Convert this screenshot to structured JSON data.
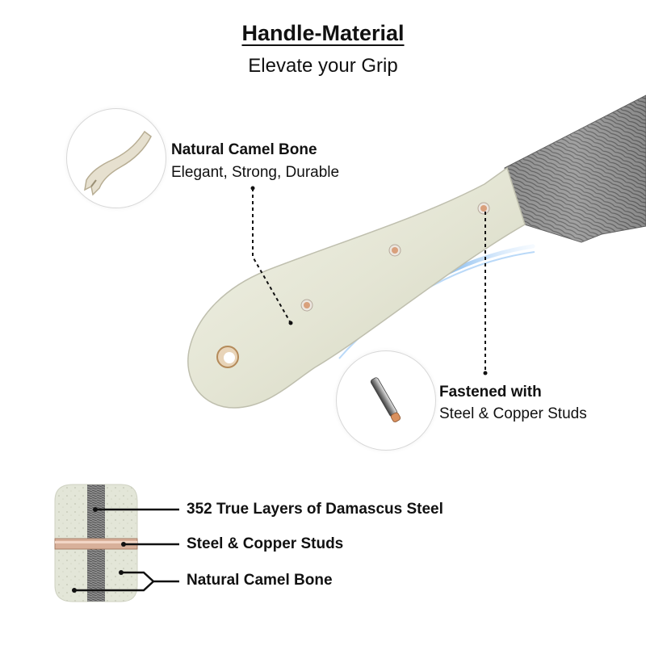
{
  "header": {
    "title": "Handle-Material",
    "subtitle": "Elevate your Grip"
  },
  "callouts": {
    "bone": {
      "title": "Natural Camel Bone",
      "subtitle": "Elegant, Strong, Durable"
    },
    "studs": {
      "title": "Fastened with",
      "subtitle": "Steel & Copper Studs"
    }
  },
  "legend": {
    "items": [
      {
        "label": "352 True Layers of Damascus Steel"
      },
      {
        "label": "Steel & Copper Studs"
      },
      {
        "label": "Natural Camel Bone"
      }
    ]
  },
  "colors": {
    "bone": "#e9eadc",
    "steel": "#8a8a8a",
    "copper": "#d9a07c",
    "swoosh": "#3a8fe0"
  }
}
